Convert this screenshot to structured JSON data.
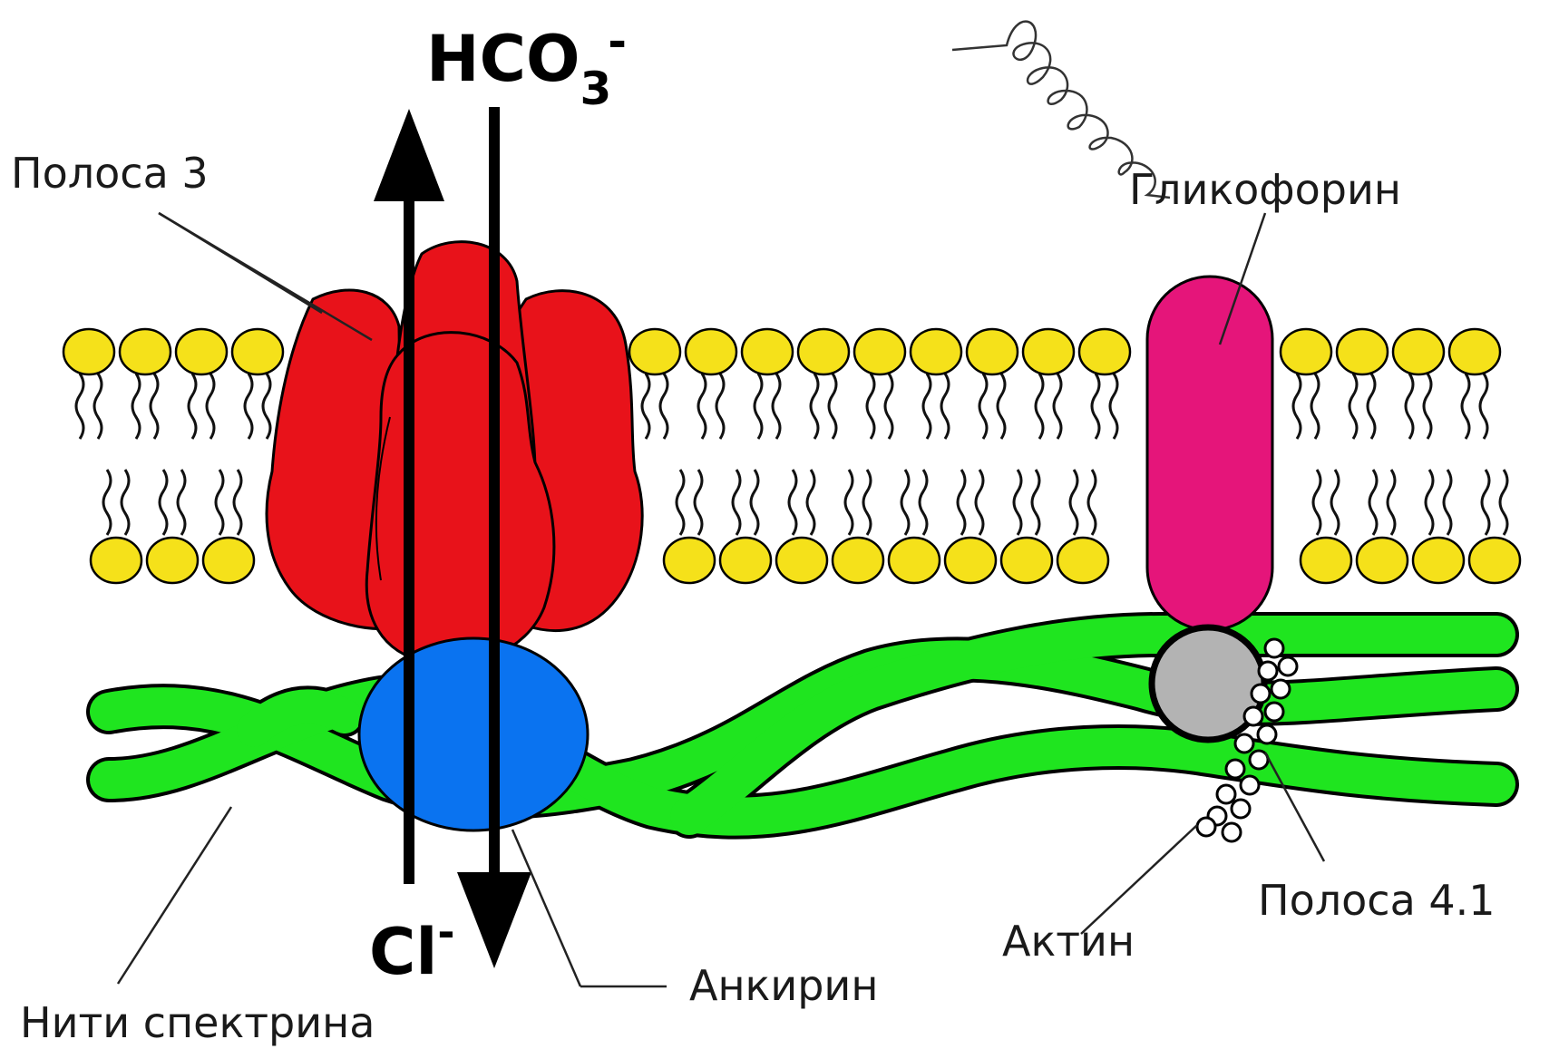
{
  "labels": {
    "band3": "Полоса 3",
    "glycophorin": "Гликофорин",
    "band41": "Полоса 4.1",
    "actin": "Актин",
    "ankyrin": "Анкирин",
    "spectrin": "Нити спектрина"
  },
  "ions": {
    "bicarbonate_base": "HCO",
    "bicarbonate_sub": "3",
    "bicarbonate_sup": "-",
    "chloride_base": "Cl",
    "chloride_sup": "-"
  },
  "colors": {
    "lipid_head": "#f5e11a",
    "band3_protein": "#e8121a",
    "glycophorin": "#e5157a",
    "ankyrin": "#0a73f0",
    "spectrin": "#1fe51f",
    "band41": "#b3b3b3",
    "actin_bead": "#ffffff",
    "outline": "#000000"
  }
}
